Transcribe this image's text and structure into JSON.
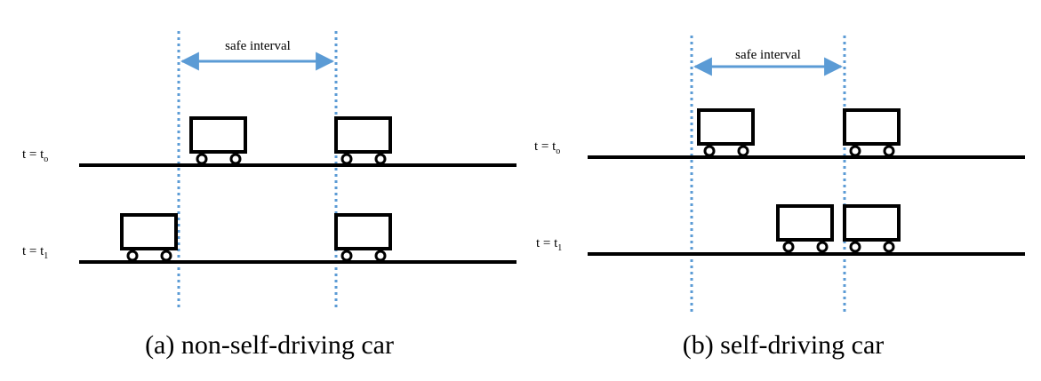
{
  "colors": {
    "guide": "#5B9BD5",
    "ink": "#000000",
    "background": "#ffffff"
  },
  "panels": [
    {
      "id": "a",
      "interval_label": "safe interval",
      "caption": "(a) non-self-driving car",
      "rows": [
        {
          "label_main": "t = t",
          "label_sub": "o"
        },
        {
          "label_main": "t = t",
          "label_sub": "1"
        }
      ]
    },
    {
      "id": "b",
      "interval_label": "safe interval",
      "caption": "(b) self-driving car",
      "rows": [
        {
          "label_main": "t = t",
          "label_sub": "o"
        },
        {
          "label_main": "t = t",
          "label_sub": "1"
        }
      ]
    }
  ]
}
